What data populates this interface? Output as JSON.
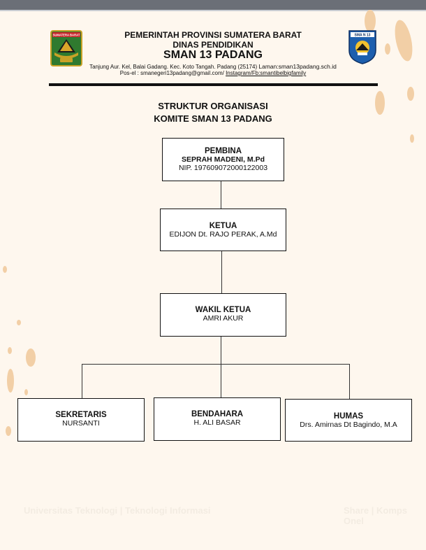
{
  "header": {
    "line1": "PEMERINTAH PROVINSI SUMATERA BARAT",
    "line2": "DINAS PENDIDIKAN",
    "school": "SMAN 13 PADANG",
    "address_prefix": "Tanjung Aur. Kel, Balai Gadang. Kec. Koto Tangah. Padang (25174)",
    "address_web": "Laman:sman13padang.sch.id",
    "email_prefix": "Pos-el : smanegeri13padang@gmail.com/",
    "social": "Instagram/Fb:smantibelbigfamily",
    "logo_left_text": "SUMATERA BARAT",
    "logo_right_text": "SMA N 13"
  },
  "title": {
    "line1": "STRUKTUR ORGANISASI",
    "line2": "KOMITE SMAN 13 PADANG"
  },
  "org": {
    "pembina": {
      "role": "PEMBINA",
      "name": "SEPRAH MADENI, M.Pd",
      "nip": "NIP. 197609072000122003"
    },
    "ketua": {
      "role": "KETUA",
      "name": "EDIJON Dt. RAJO PERAK, A.Md"
    },
    "wakil": {
      "role": "WAKIL KETUA",
      "name": "AMRI AKUR"
    },
    "sekretaris": {
      "role": "SEKRETARIS",
      "name": "NURSANTI"
    },
    "bendahara": {
      "role": "BENDAHARA",
      "name": "H. ALI BASAR"
    },
    "humas": {
      "role": "HUMAS",
      "name": "Drs. Amirnas Dt Bagindo, M.A"
    }
  },
  "footer": {
    "left": "Universitas Teknologi | Teknologi Informasi",
    "right": "Share | Komps Onel"
  },
  "colors": {
    "background": "#fef7ee",
    "blob": "#f2cfa6"
  }
}
